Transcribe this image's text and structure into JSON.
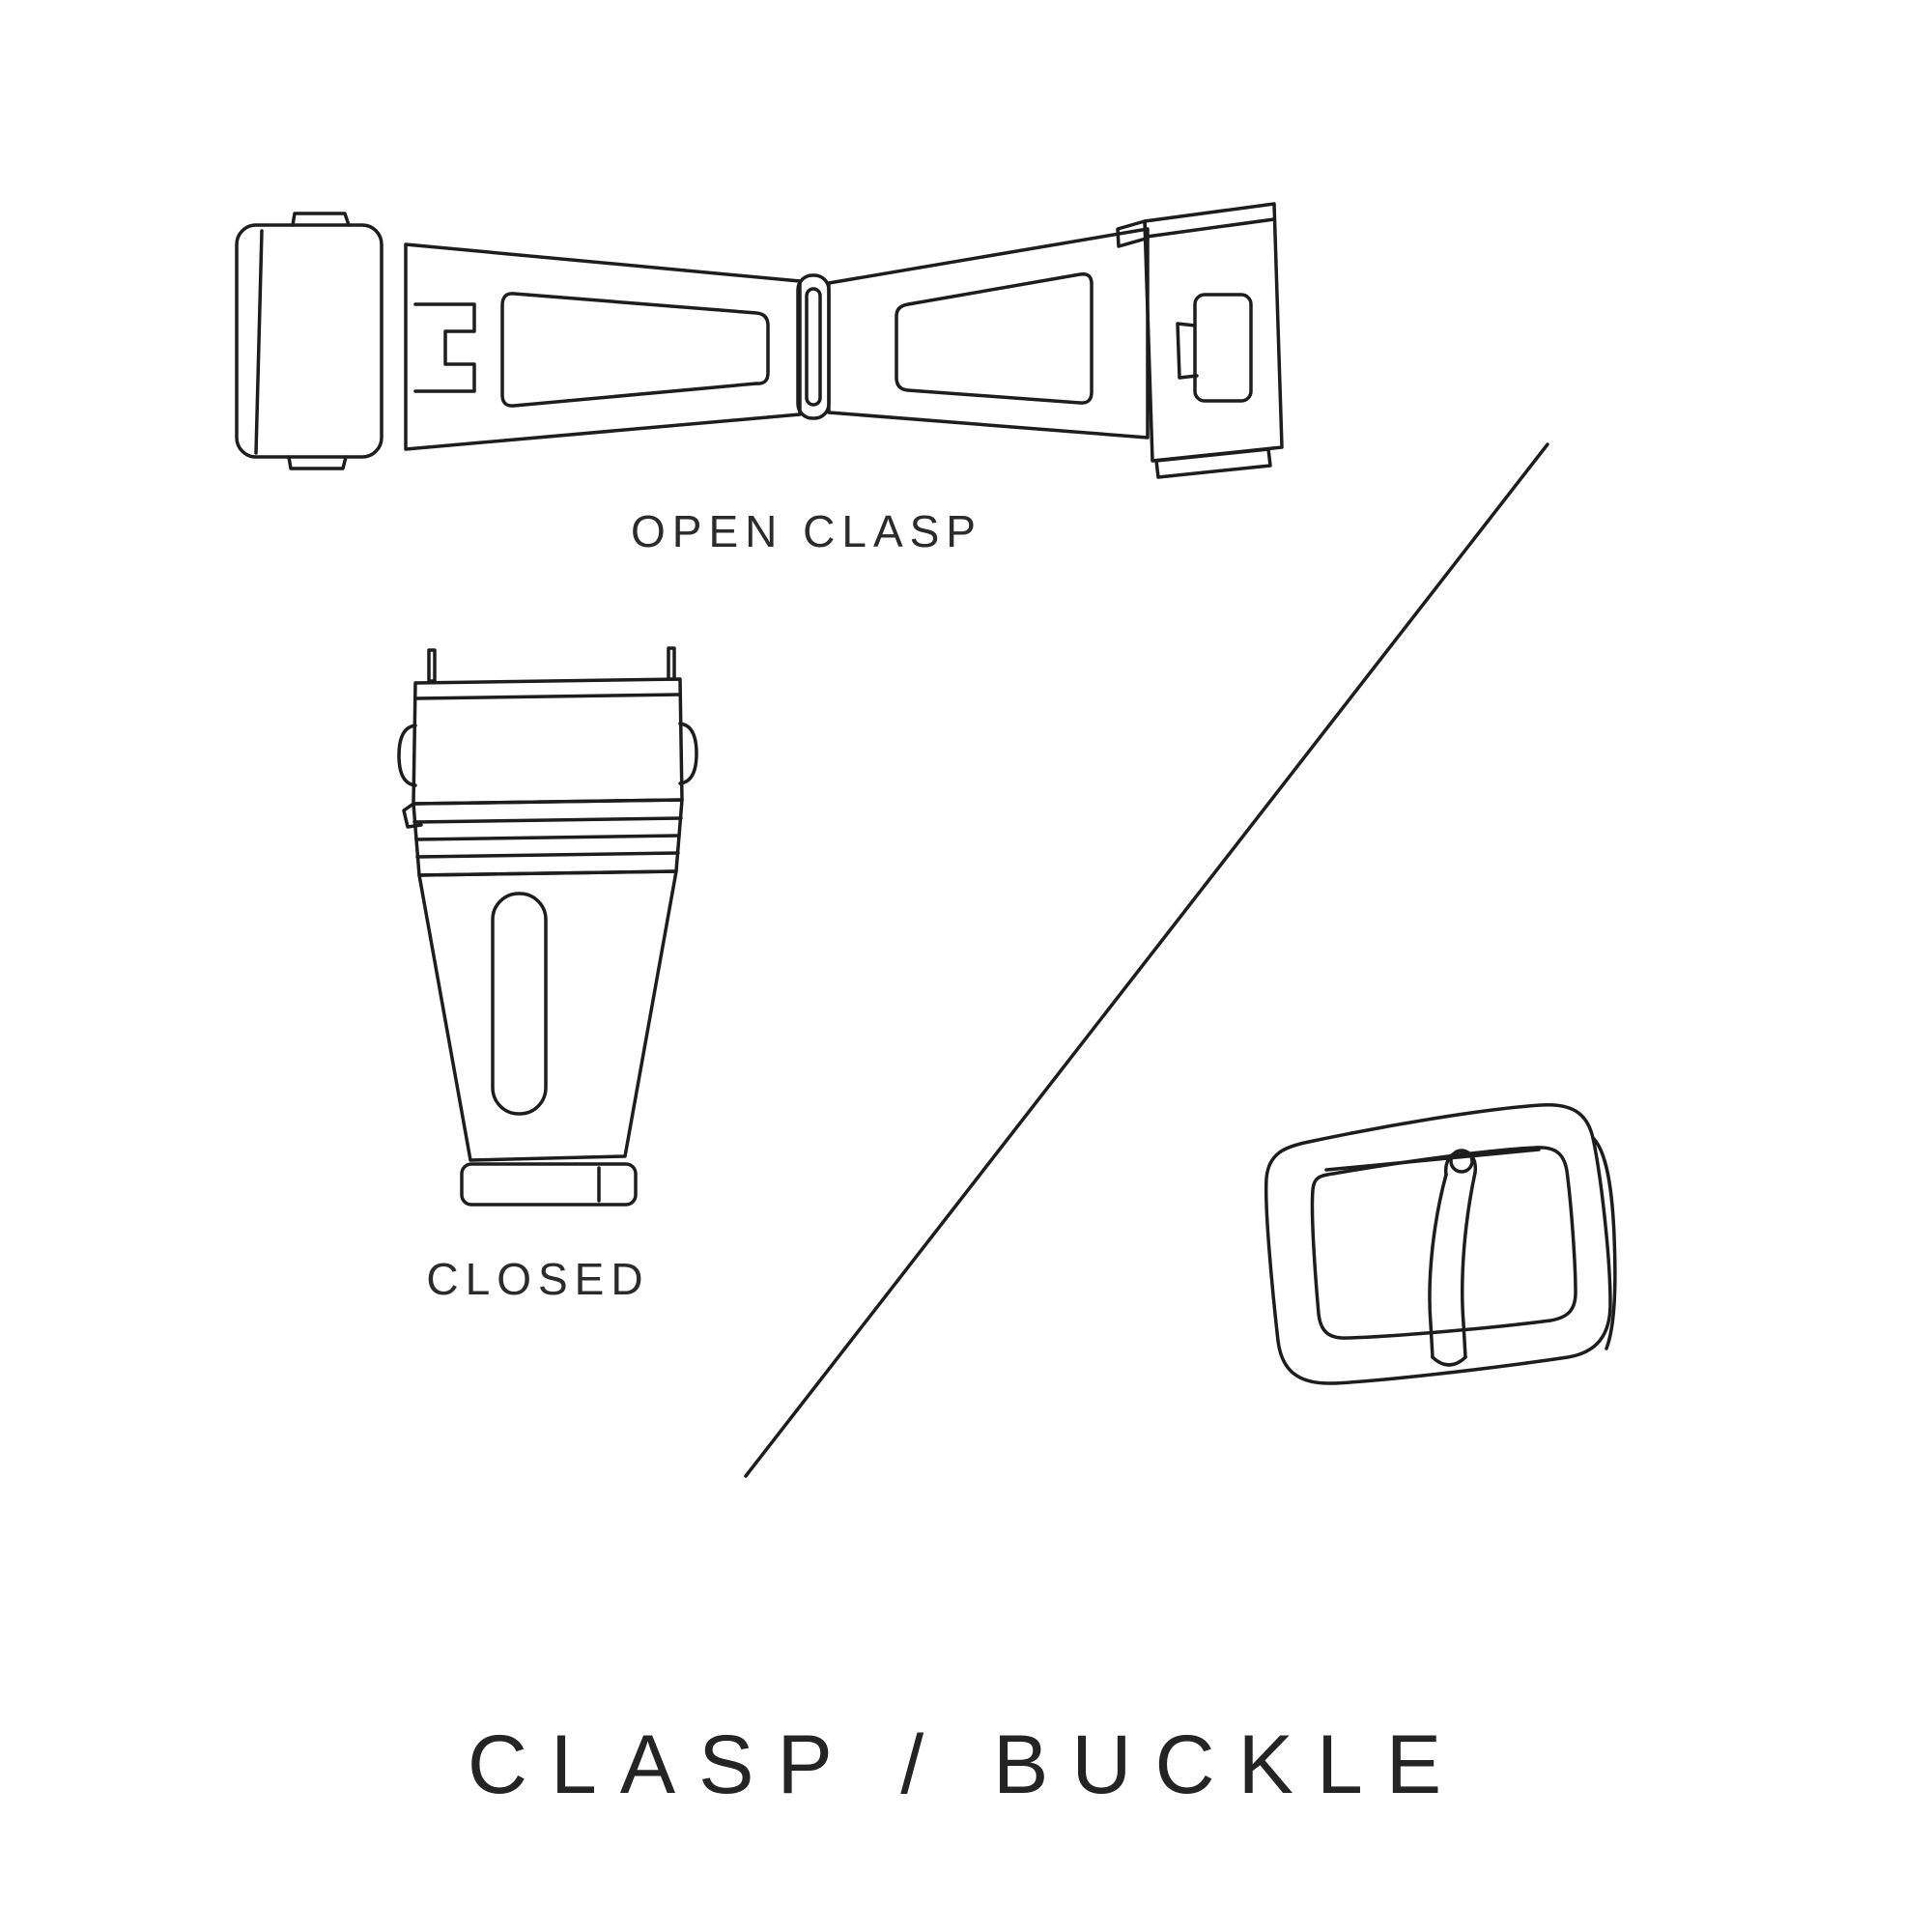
{
  "diagram": {
    "title": "CLASP / BUCKLE",
    "labels": {
      "open_clasp": "OPEN CLASP",
      "closed": "CLOSED"
    },
    "illustrations": [
      {
        "name": "open-clasp-illustration",
        "label": "OPEN CLASP"
      },
      {
        "name": "closed-clasp-illustration",
        "label": "CLOSED"
      },
      {
        "name": "tang-buckle-illustration",
        "label": ""
      }
    ],
    "colors": {
      "line": "#1d1d1d",
      "text": "#2b2b2b",
      "background": "#ffffff"
    }
  }
}
